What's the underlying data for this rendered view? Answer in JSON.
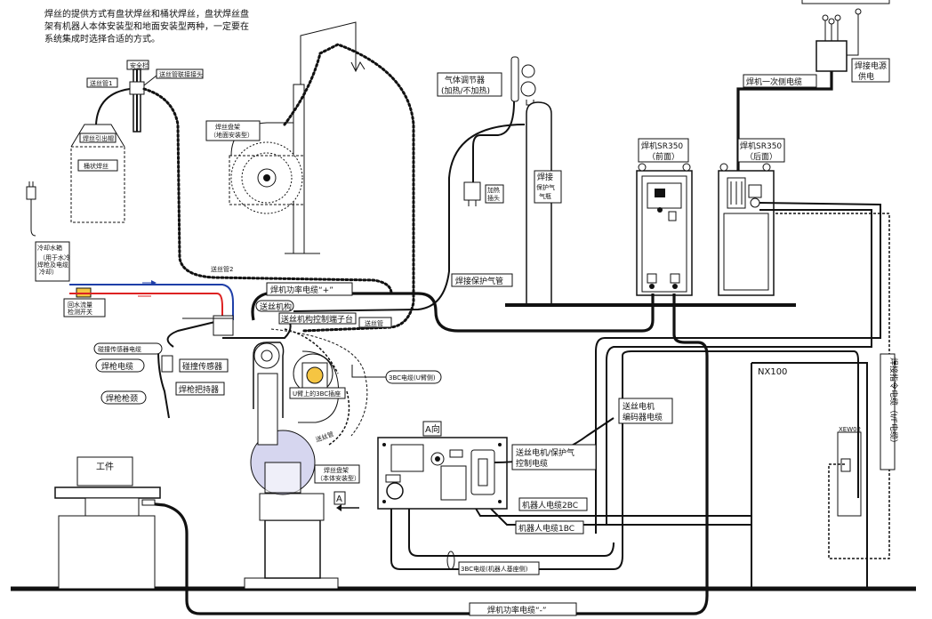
{
  "note": {
    "line1": "焊丝的提供方式有盘状焊丝和桶状焊丝，盘状焊丝盘",
    "line2": "架有机器人本体安装型和地面安装型两种，一定要在",
    "line3": "系统集成时选择合适的方式。"
  },
  "labels": {
    "safety_bar": "安全栏",
    "feed_tube_joint": "送丝管联接接头",
    "feed_tube_1": "送丝管1",
    "wire_guide": "焊丝引出帽",
    "barrel_wire": "桶状焊丝",
    "reel_stand_floor_1": "焊丝盘架",
    "reel_stand_floor_2": "（地面安装型）",
    "gas_regulator_1": "气体调节器",
    "gas_regulator_2": "(加热/不加热)",
    "heater_plug_1": "加热",
    "heater_plug_2": "插头",
    "gas_bottle_1": "焊接",
    "gas_bottle_2": "保护气",
    "gas_bottle_3": "气瓶",
    "power_supply_1": "焊接电源",
    "power_supply_2": "供电",
    "primary_cable": "焊机一次侧电缆",
    "welder_front_1": "焊机SR350",
    "welder_front_2": "（前面）",
    "welder_rear_1": "焊机SR350",
    "welder_rear_2": "（后面）",
    "cooler": "冷却水箱",
    "cooler_sub1": "（用于水冷",
    "cooler_sub2": "焊枪及电缆",
    "cooler_sub3": "冷却）",
    "flow_switch_1": "回水流量",
    "flow_switch_2": "检测开关",
    "feed_tube_2": "送丝管2",
    "power_cable_plus": "焊机功率电缆“+”",
    "shield_gas_tube": "焊接保护气管",
    "wire_feeder": "送丝机构",
    "feeder_terminal": "送丝机构控制端子台",
    "feed_tube": "送丝管",
    "collision_cable": "碰撞传感器电缆",
    "torch_cable": "焊枪电缆",
    "collision_sensor": "碰撞传感器",
    "torch_holder": "焊枪把持器",
    "torch_neck": "焊枪枪颈",
    "u_arm_connector": "U臂上的3BC插座",
    "cable_3bc_u": "3BC电缆(U臂侧)",
    "feed_motor_1": "送丝电机",
    "feed_motor_2": "编码器电缆",
    "direction_a": "A向",
    "arrow_a": "A",
    "feed_tube_short": "送丝管",
    "reel_stand_body_1": "焊丝盘架",
    "reel_stand_body_2": "（本体安装型）",
    "motor_gas_ctrl_1": "送丝电机/保护气",
    "motor_gas_ctrl_2": "控制电缆",
    "robot_cable_2bc": "机器人电缆2BC",
    "robot_cable_1bc": "机器人电缆1BC",
    "cable_3bc_base": "3BC电缆(机器人基座侧)",
    "workpiece": "工件",
    "nx100": "NX100",
    "xew02": "XEW02",
    "command_cable": "焊接指令电缆（I/F电缆）",
    "power_cable_minus": "焊机功率电缆“-”"
  },
  "legend_top_right": ""
}
